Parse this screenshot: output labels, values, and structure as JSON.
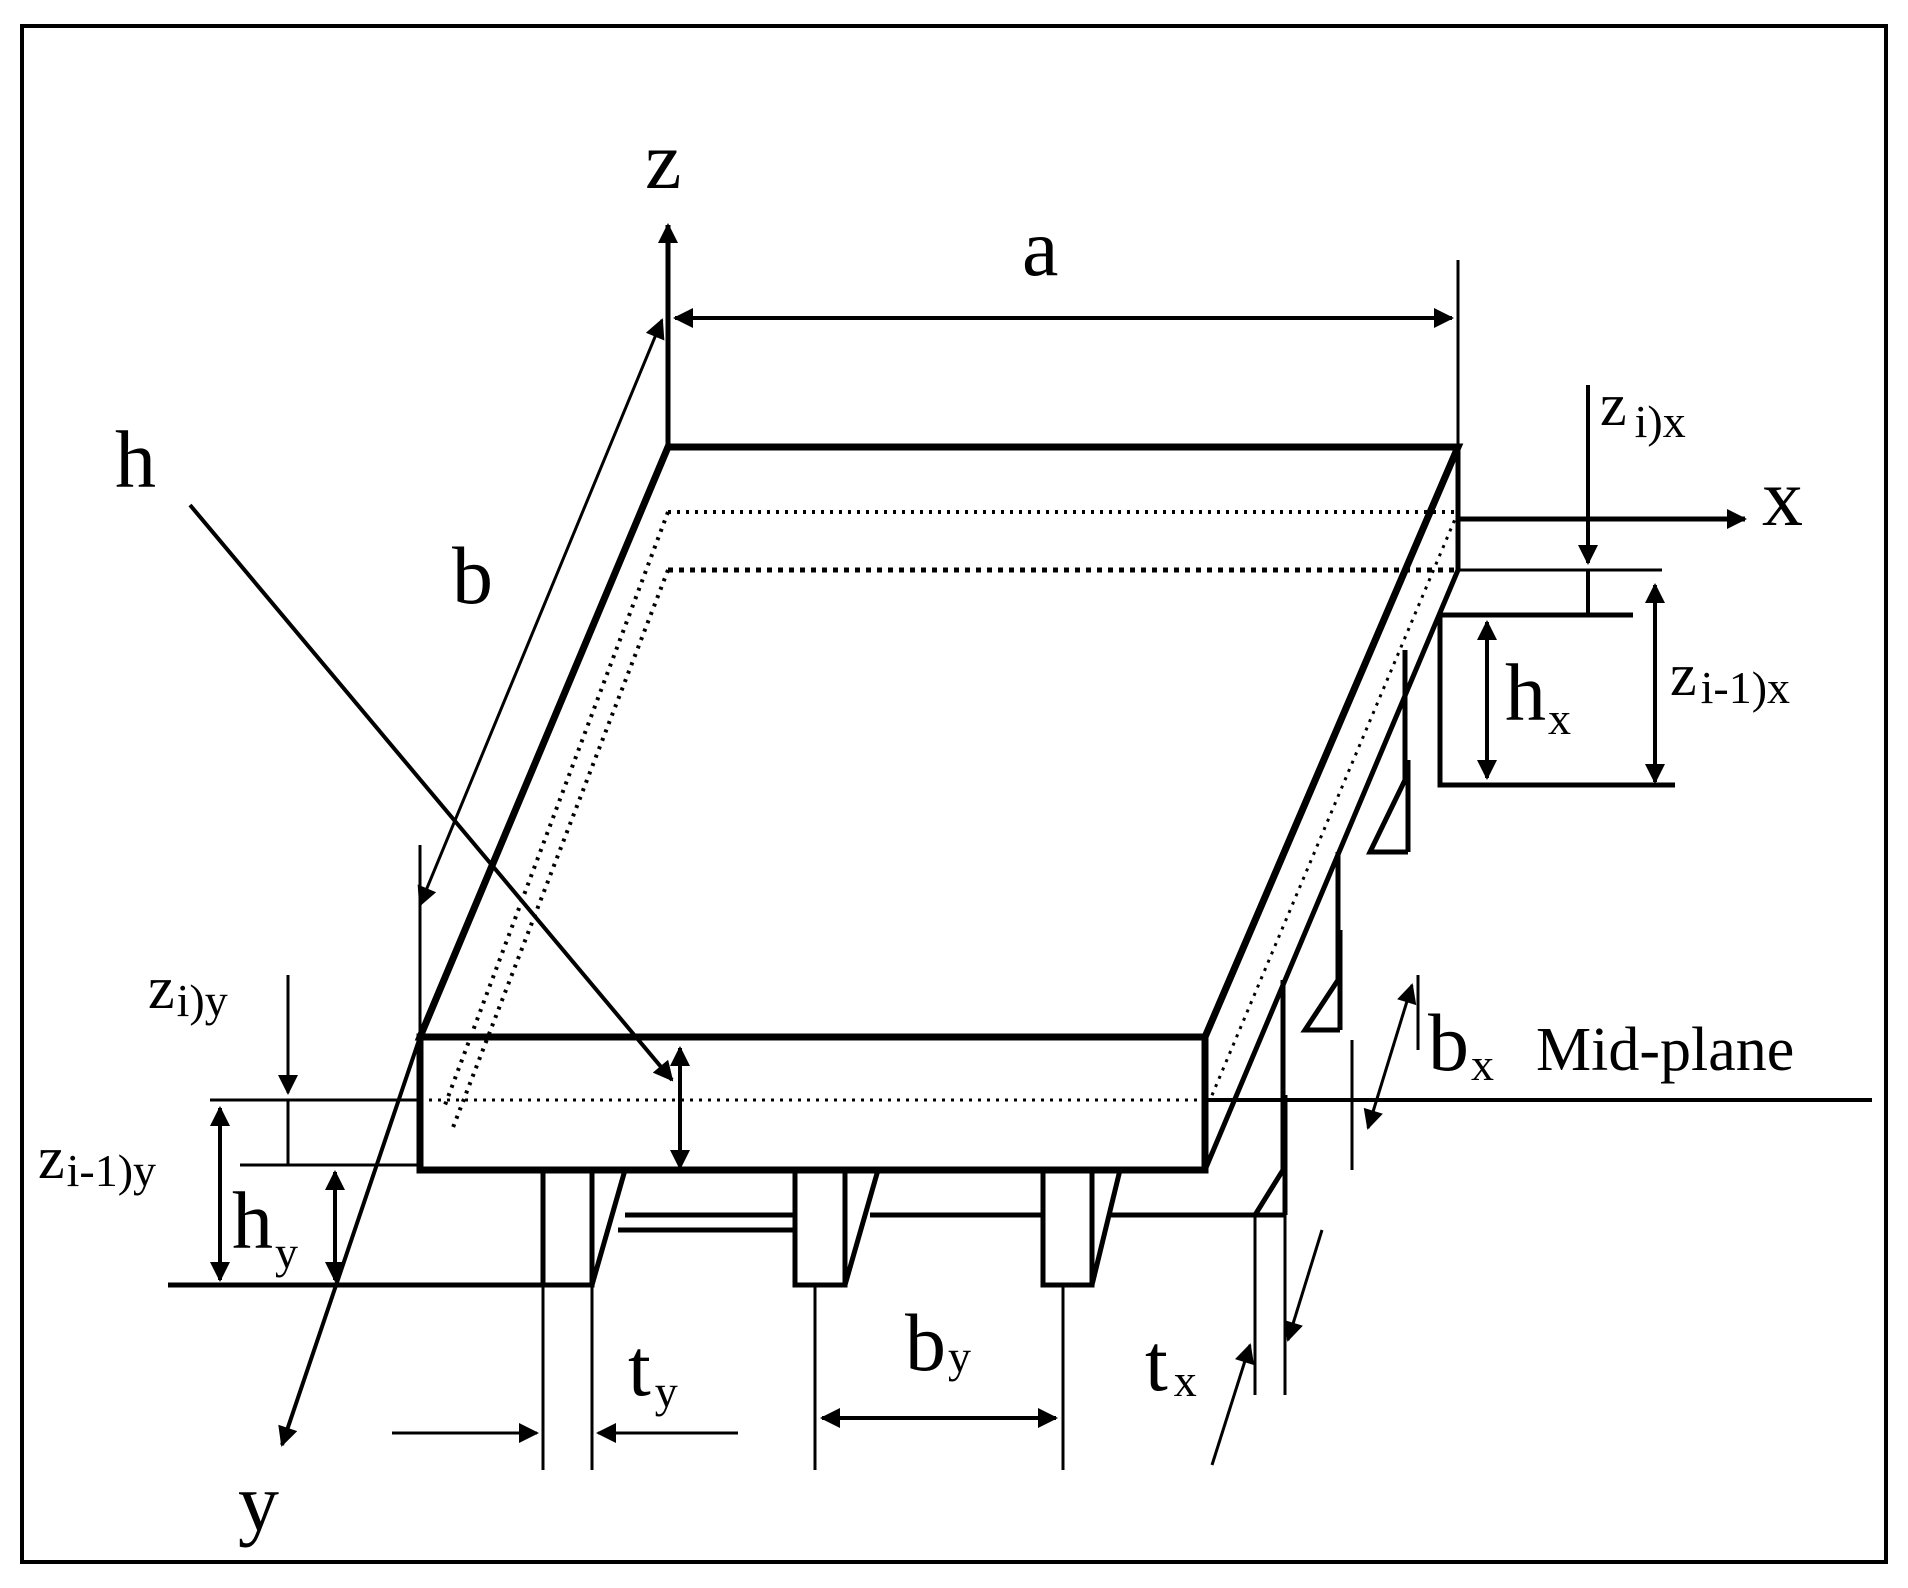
{
  "colors": {
    "ink": "#000000",
    "background": "#ffffff"
  },
  "labels": {
    "z_axis": "z",
    "x_axis": "x",
    "y_axis": "y",
    "a": "a",
    "b": "b",
    "h": "h",
    "z_ix": {
      "main": "z",
      "sub": "i)x"
    },
    "z_i1x": {
      "main": "z",
      "sub": "i-1)x"
    },
    "h_x": {
      "main": "h",
      "sub": "x"
    },
    "b_x": {
      "main": "b",
      "sub": "x"
    },
    "mid_plane": "Mid-plane",
    "z_iy": {
      "main": "z",
      "sub": "i)y"
    },
    "z_i1y": {
      "main": "z",
      "sub": "i-1)y"
    },
    "h_y": {
      "main": "h",
      "sub": "y"
    },
    "t_y": {
      "main": "t",
      "sub": "y"
    },
    "b_y": {
      "main": "b",
      "sub": "y"
    },
    "t_x": {
      "main": "t",
      "sub": "x"
    }
  }
}
